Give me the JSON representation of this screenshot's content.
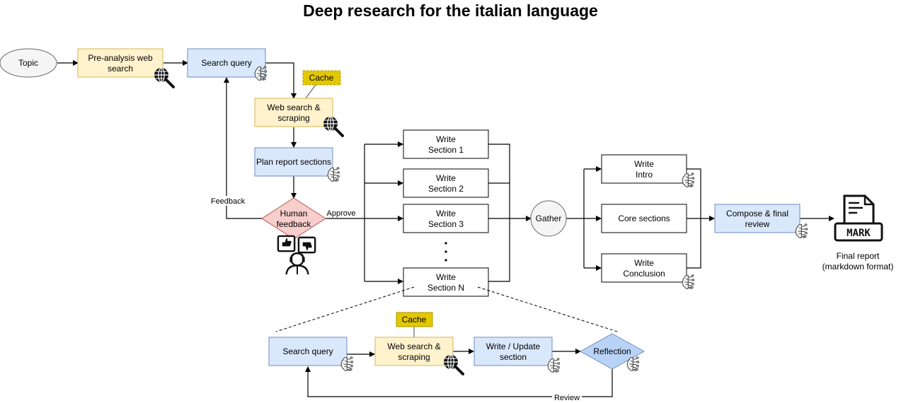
{
  "title": "Deep research for the italian language",
  "nodes": {
    "topic": "Topic",
    "pre_analysis": [
      "Pre-analysis web",
      "search"
    ],
    "search_query_top": "Search query",
    "cache_top": "Cache",
    "web_search_top": [
      "Web search &",
      "scraping"
    ],
    "plan_sections": "Plan report sections",
    "human_feedback": [
      "Human",
      "feedback"
    ],
    "write_s1": [
      "Write",
      "Section 1"
    ],
    "write_s2": [
      "Write",
      "Section 2"
    ],
    "write_s3": [
      "Write",
      "Section 3"
    ],
    "write_sn": [
      "Write",
      "Section N"
    ],
    "gather": "Gather",
    "write_intro": [
      "Write",
      "Intro"
    ],
    "core_sections": "Core sections",
    "write_conclusion": [
      "Write",
      "Conclusion"
    ],
    "compose_review": [
      "Compose & final",
      "review"
    ],
    "final_report": [
      "Final report",
      "(markdown format)"
    ],
    "search_query_bottom": "Search query",
    "cache_bottom": "Cache",
    "web_search_bottom": [
      "Web search &",
      "scraping"
    ],
    "write_update": [
      "Write / Update",
      "section"
    ],
    "reflection": "Reflection"
  },
  "edge_labels": {
    "feedback": "Feedback",
    "approve": "Approve",
    "review": "Review"
  },
  "icons": {
    "brain": "brain-circuit-icon",
    "web": "globe-magnifier-icon",
    "human": "human-feedback-icon",
    "markdown": "markdown-file-icon",
    "markdown_text": "MARK"
  },
  "colors": {
    "blue_fill": "#dae8fc",
    "blue_stroke": "#6c8ebf",
    "yellow_fill": "#fff2cc",
    "yellow_stroke": "#d6b656",
    "red_fill": "#f8cecc",
    "red_stroke": "#b85450",
    "cache_fill": "#e3c800",
    "cache_stroke": "#b09500",
    "grey_fill": "#f5f5f5",
    "grey_stroke": "#666666",
    "diamond_blue": "#b9d3f7"
  }
}
